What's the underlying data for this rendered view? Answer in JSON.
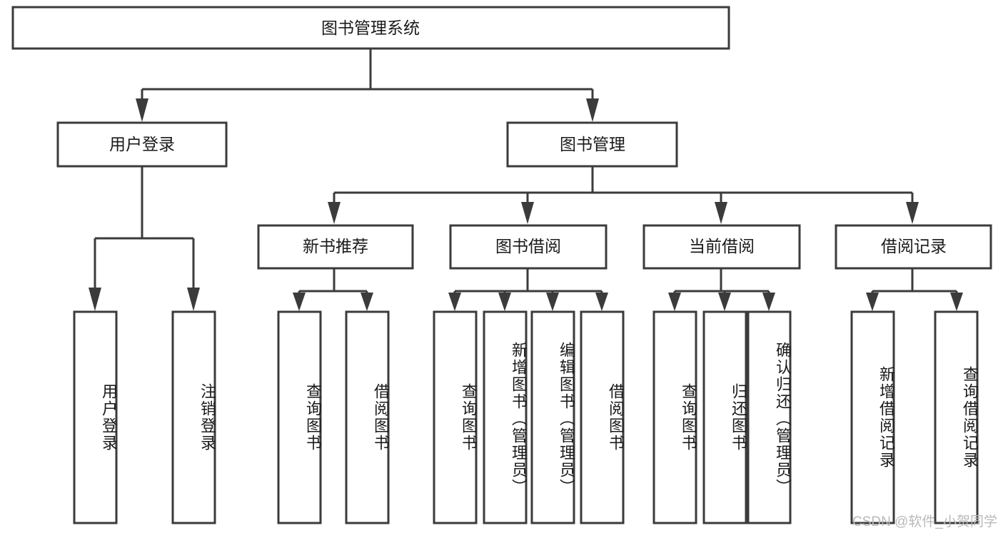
{
  "diagram": {
    "title": "图书管理系统",
    "type": "tree",
    "root": {
      "id": "root",
      "label": "图书管理系统",
      "orientation": "horizontal"
    },
    "level2": [
      {
        "id": "user-login",
        "label": "用户登录",
        "orientation": "horizontal"
      },
      {
        "id": "book-management",
        "label": "图书管理",
        "orientation": "horizontal"
      }
    ],
    "level3": [
      {
        "id": "new-book-recommend",
        "label": "新书推荐",
        "parent": "book-management",
        "orientation": "horizontal"
      },
      {
        "id": "book-borrow",
        "label": "图书借阅",
        "parent": "book-management",
        "orientation": "horizontal"
      },
      {
        "id": "current-borrow",
        "label": "当前借阅",
        "parent": "book-management",
        "orientation": "horizontal"
      },
      {
        "id": "borrow-record",
        "label": "借阅记录",
        "parent": "book-management",
        "orientation": "horizontal"
      }
    ],
    "leaves": [
      {
        "id": "leaf-user-login",
        "label": "用户登录",
        "parent": "user-login",
        "orientation": "vertical"
      },
      {
        "id": "leaf-user-logout",
        "label": "注销登录",
        "parent": "user-login",
        "orientation": "vertical"
      },
      {
        "id": "leaf-query-book-1",
        "label": "查询图书",
        "parent": "new-book-recommend",
        "orientation": "vertical"
      },
      {
        "id": "leaf-borrow-book-1",
        "label": "借阅图书",
        "parent": "new-book-recommend",
        "orientation": "vertical"
      },
      {
        "id": "leaf-query-book-2",
        "label": "查询图书",
        "parent": "book-borrow",
        "orientation": "vertical"
      },
      {
        "id": "leaf-add-book",
        "label": "新增图书（管理员）",
        "parent": "book-borrow",
        "orientation": "vertical"
      },
      {
        "id": "leaf-edit-book",
        "label": "编辑图书（管理员）",
        "parent": "book-borrow",
        "orientation": "vertical"
      },
      {
        "id": "leaf-borrow-book-2",
        "label": "借阅图书",
        "parent": "book-borrow",
        "orientation": "vertical"
      },
      {
        "id": "leaf-query-book-3",
        "label": "查询图书",
        "parent": "current-borrow",
        "orientation": "vertical"
      },
      {
        "id": "leaf-return-book",
        "label": "归还图书",
        "parent": "current-borrow",
        "orientation": "vertical"
      },
      {
        "id": "leaf-confirm-return",
        "label": "确认归还（管理员）",
        "parent": "current-borrow",
        "orientation": "vertical"
      },
      {
        "id": "leaf-add-borrow-record",
        "label": "新增借阅记录",
        "parent": "borrow-record",
        "orientation": "vertical"
      },
      {
        "id": "leaf-query-borrow-record",
        "label": "查询借阅记录",
        "parent": "borrow-record",
        "orientation": "vertical"
      }
    ]
  },
  "watermark": {
    "text": "CSDN @软件_小贺同学"
  },
  "colors": {
    "stroke": "#3b3b3b",
    "box_fill": "#ffffff",
    "text": "#1a1a1a",
    "background": "#ffffff",
    "watermark": "#b9b9b9"
  }
}
